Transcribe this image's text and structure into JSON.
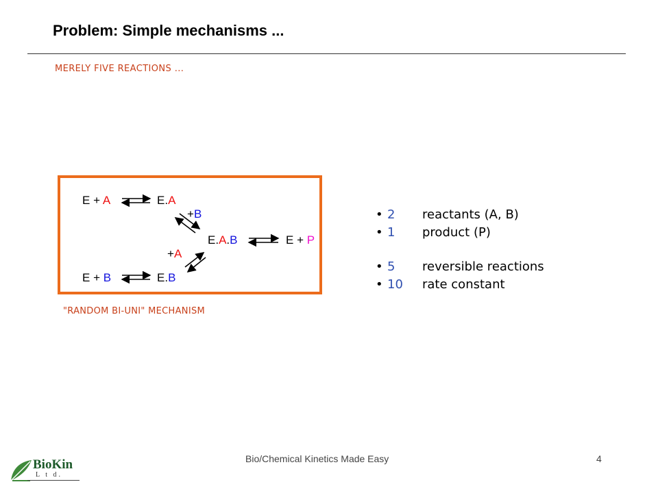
{
  "slide": {
    "title": "Problem: Simple mechanisms ...",
    "subtitle": "MERELY FIVE REACTIONS ...",
    "caption": "\"RANDOM BI-UNI\" MECHANISM",
    "footer": "Bio/Chemical Kinetics Made Easy",
    "page_number": "4"
  },
  "mechanism": {
    "r1_E": "E",
    "r1_plus": "+",
    "r1_A": "A",
    "r1_prod_E": "E.",
    "r1_prod_A": "A",
    "r2_plus": "+",
    "r2_B": "B",
    "r3_E": "E.",
    "r3_A": "A",
    "r3_dot": ".",
    "r3_B": "B",
    "r3_prod_E": "E",
    "r3_prod_plus": "+",
    "r3_prod_P": "P",
    "r4_plus": "+",
    "r4_A": "A",
    "r5_E": "E",
    "r5_plus": "+",
    "r5_B": "B",
    "r5_prod_E": "E.",
    "r5_prod_B": "B",
    "colors": {
      "A": "#ee1111",
      "B": "#1111dd",
      "P": "#ee11cc",
      "frame": "#ec6c1c"
    }
  },
  "bullets": [
    {
      "number": "2",
      "text": "reactants (A, B)"
    },
    {
      "number": "1",
      "text": "product (P)"
    },
    {
      "number": "5",
      "text": "reversible reactions"
    },
    {
      "number": "10",
      "text": "rate constant"
    }
  ],
  "logo": {
    "name": "BioKin",
    "suffix": "L t d."
  }
}
